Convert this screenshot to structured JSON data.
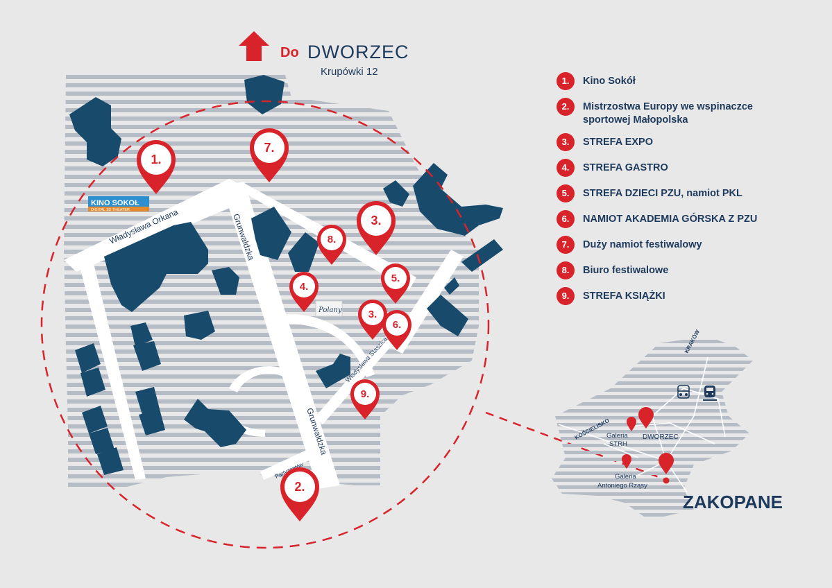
{
  "header": {
    "arrow_label": "Do",
    "destination_logo": "DWORZEC",
    "address": "Krupówki 12"
  },
  "legend": [
    {
      "num": "1.",
      "label": "Kino Sokół"
    },
    {
      "num": "2.",
      "label": "Mistrzostwa Europy we wspinaczce sportowej Małopolska"
    },
    {
      "num": "3.",
      "label": "STREFA EXPO"
    },
    {
      "num": "4.",
      "label": "STREFA GASTRO"
    },
    {
      "num": "5.",
      "label": "STREFA DZIECI PZU, namiot PKL"
    },
    {
      "num": "6.",
      "label": "NAMIOT AKADEMIA GÓRSKA Z PZU"
    },
    {
      "num": "7.",
      "label": "Duży namiot festiwalowy"
    },
    {
      "num": "8.",
      "label": "Biuro festiwalowe"
    },
    {
      "num": "9.",
      "label": "STREFA KSIĄŻKI"
    }
  ],
  "markers": {
    "m1": "1.",
    "m2": "2.",
    "m3a": "3.",
    "m3b": "3.",
    "m4": "4.",
    "m5": "5.",
    "m6": "6.",
    "m7": "7.",
    "m8": "8.",
    "m9": "9."
  },
  "streets": {
    "orkana": "Władysława Orkana",
    "grunwaldzka_top": "Grunwaldzka",
    "grunwaldzka_bottom": "Grunwaldzka",
    "partyzantow": "Partyzantów",
    "staszica": "Władysława Staszica"
  },
  "landmarks": {
    "kino_logo_top": "KINO SOKOŁ",
    "kino_logo_bottom": "DIGITAL 3D THEATER",
    "polany": "Polany"
  },
  "inset": {
    "city": "ZAKOPANE",
    "road_krakow": "KRAKÓW",
    "road_koscielisko": "KOŚCIELISKO",
    "galeria_strh_1": "Galeria",
    "galeria_strh_2": "STRH",
    "galeria_ar_1": "Galeria",
    "galeria_ar_2": "Antoniego Rząsy",
    "dworzec": "DWORZEC"
  },
  "colors": {
    "background": "#e8e8e9",
    "stripe": "#b6bcc6",
    "building": "#184a6b",
    "marker": "#d8232a",
    "text_navy": "#1d3a5c"
  }
}
